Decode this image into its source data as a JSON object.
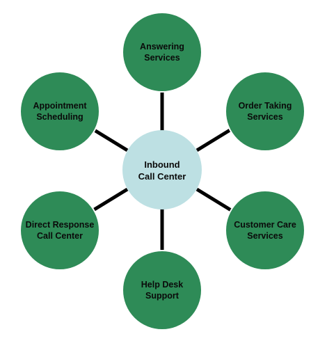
{
  "colors": {
    "outer_fill": "#2e8b57",
    "outer_stroke": "#ffffff",
    "outer_text": "#0a0a0a",
    "center_fill": "#bde0e3",
    "center_text": "#0a0a0a",
    "connector": "#000000"
  },
  "center": {
    "line1": "Inbound",
    "line2": "Call Center"
  },
  "nodes": [
    {
      "line1": "Answering",
      "line2": "Services"
    },
    {
      "line1": "Order Taking",
      "line2": "Services"
    },
    {
      "line1": "Customer  Care",
      "line2": "Services"
    },
    {
      "line1": "Help Desk",
      "line2": "Support"
    },
    {
      "line1": "Direct Response",
      "line2": "Call Center"
    },
    {
      "line1": "Appointment",
      "line2": "Scheduling"
    }
  ]
}
